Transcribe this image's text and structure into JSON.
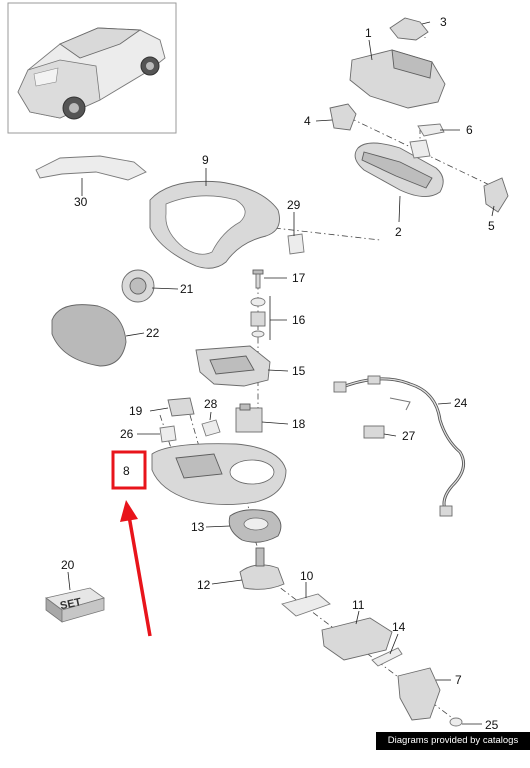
{
  "labels": {
    "p1": "1",
    "p2": "2",
    "p3": "3",
    "p4": "4",
    "p5": "5",
    "p6": "6",
    "p7": "7",
    "p8": "8",
    "p9": "9",
    "p10": "10",
    "p11": "11",
    "p12": "12",
    "p13": "13",
    "p14": "14",
    "p15": "15",
    "p16": "16",
    "p17": "17",
    "p18": "18",
    "p19": "19",
    "p20": "20",
    "p21": "21",
    "p22": "22",
    "p24": "24",
    "p25": "25",
    "p26": "26",
    "p27": "27",
    "p28": "28",
    "p29": "29",
    "p30": "30"
  },
  "set_box_text": "SET",
  "credit": "Diagrams provided by catalogs parts",
  "colors": {
    "highlight": "#e8141b",
    "line": "#222222",
    "part_fill": "#d9d9d9"
  }
}
